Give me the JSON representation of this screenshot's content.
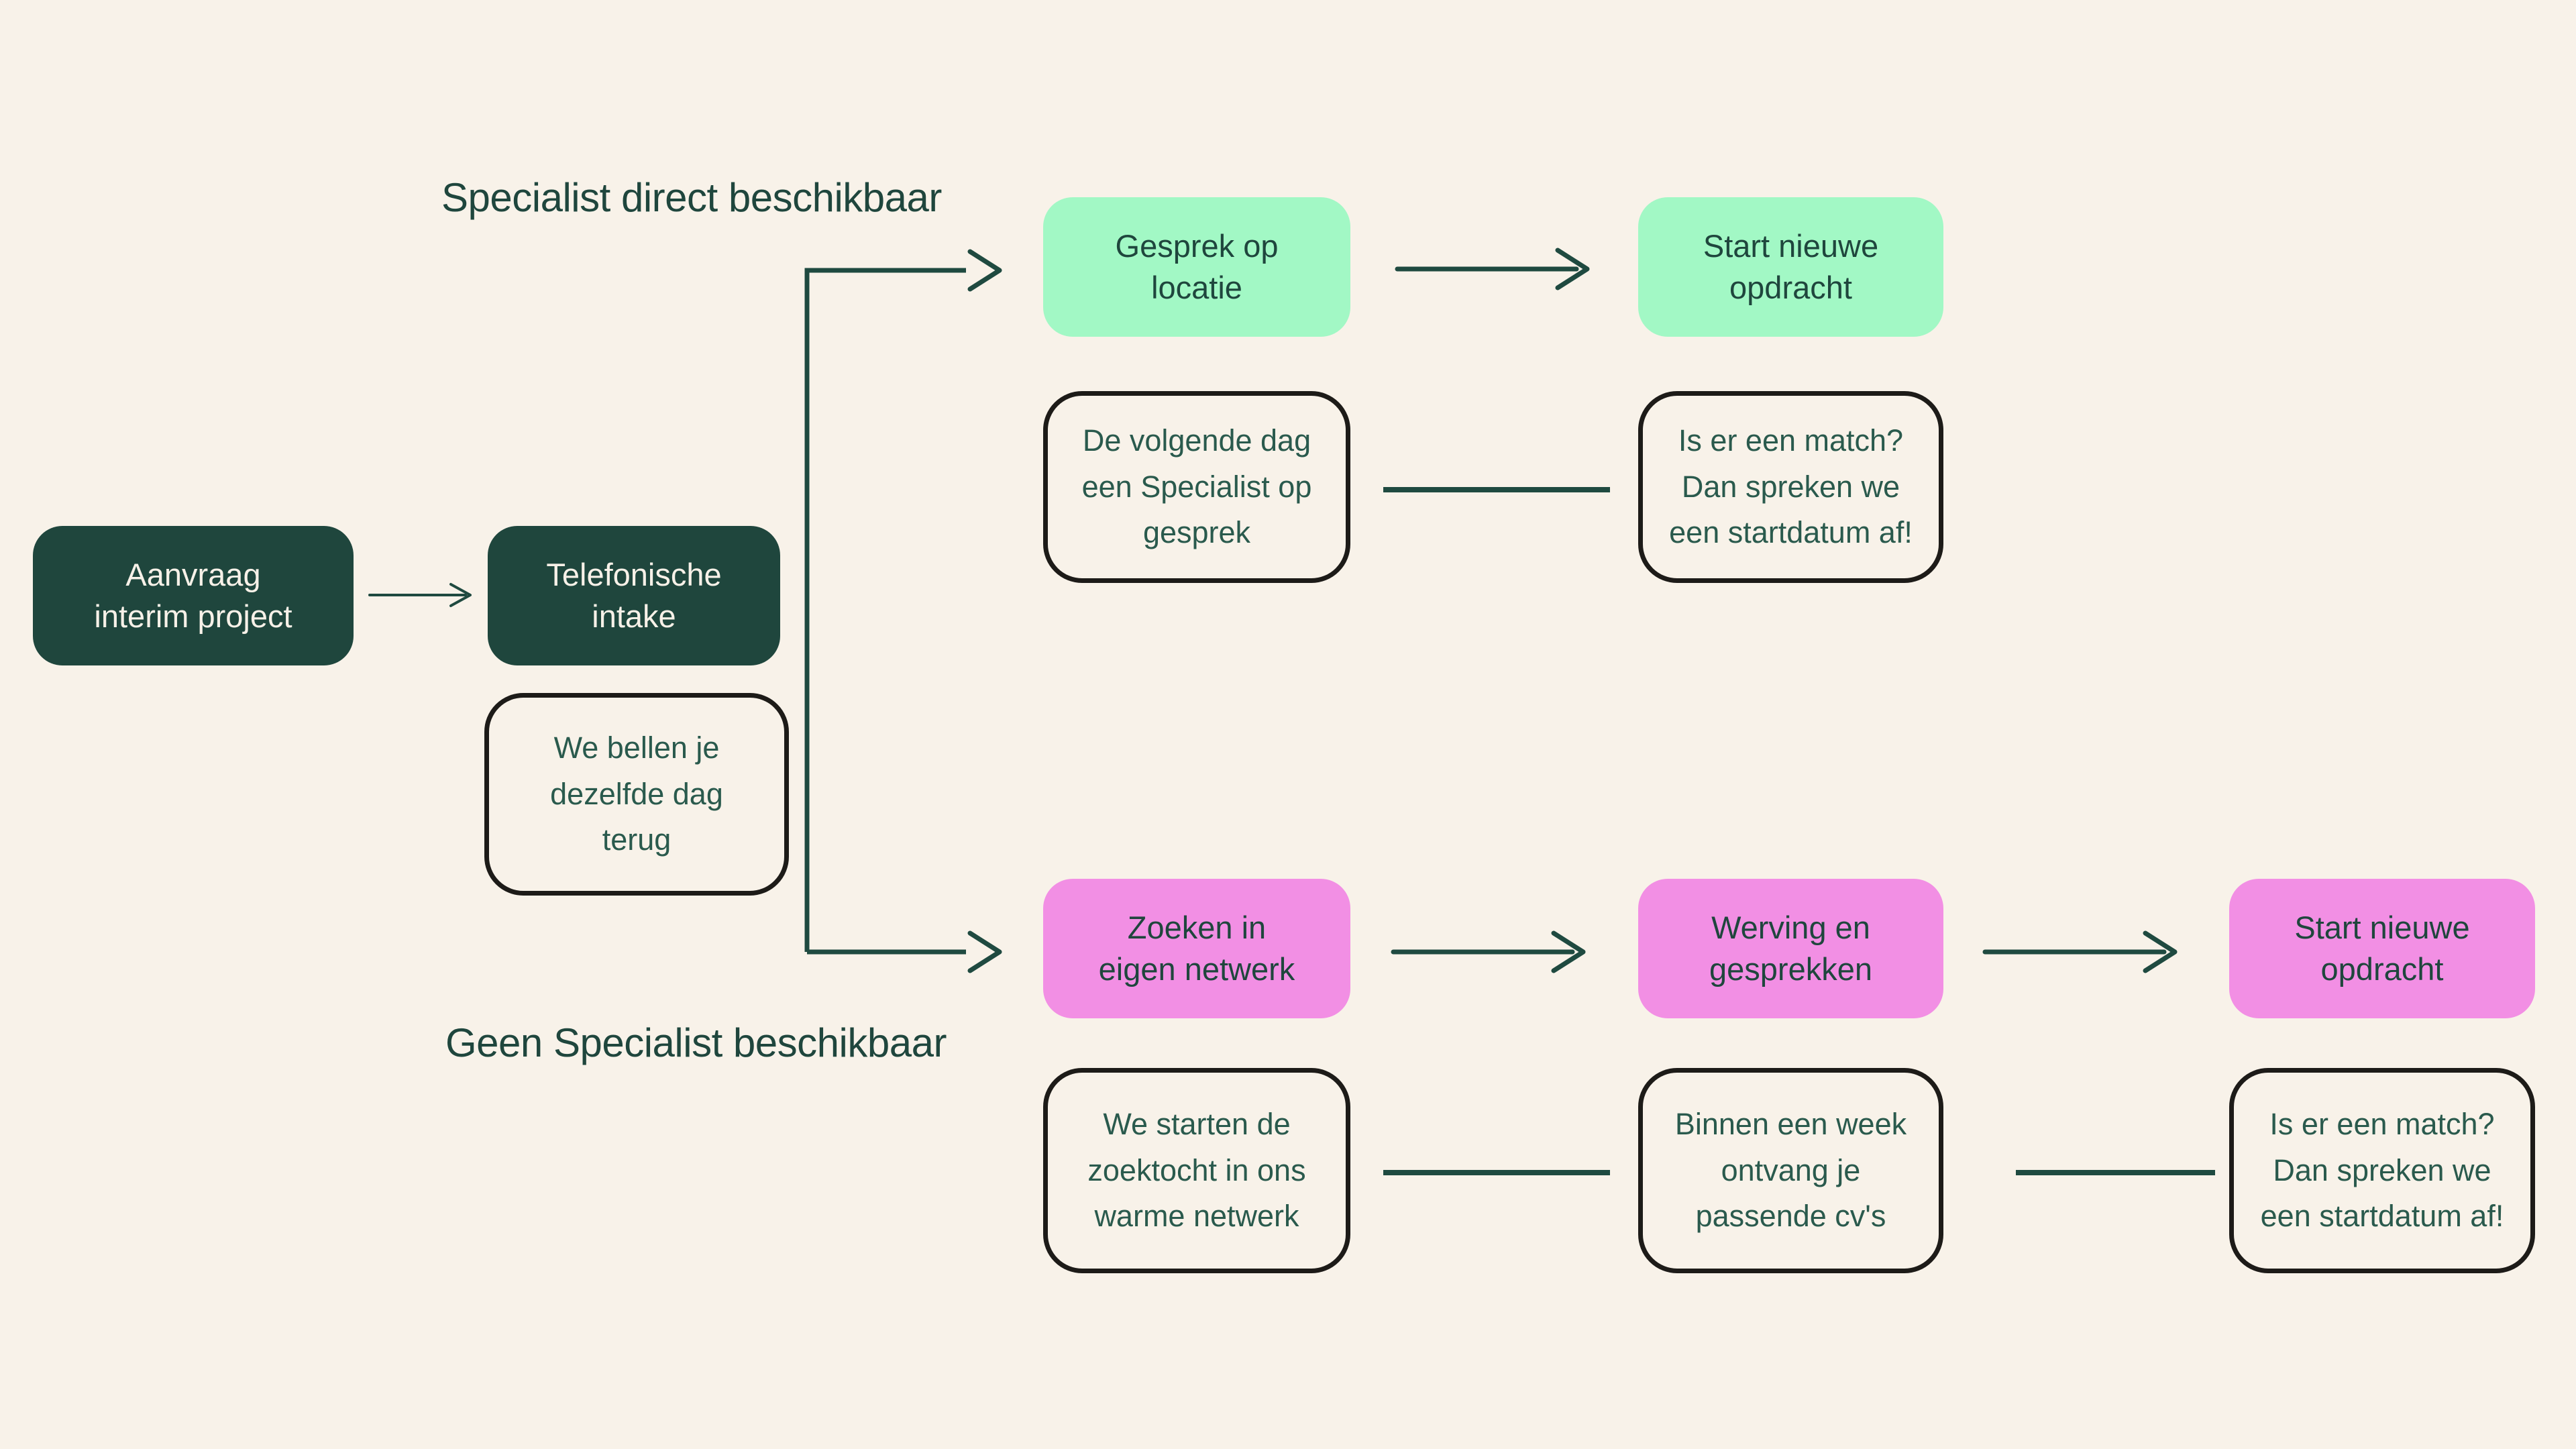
{
  "flow": {
    "start": {
      "lines": [
        "Aanvraag",
        "interim project"
      ]
    },
    "intake": {
      "lines": [
        "Telefonische",
        "intake"
      ],
      "note_lines": [
        "We bellen je",
        "dezelfde dag",
        "terug"
      ]
    },
    "top_branch": {
      "title": "Specialist direct beschikbaar",
      "steps": [
        {
          "lines": [
            "Gesprek op",
            "locatie"
          ],
          "note_lines": [
            "De volgende dag",
            "een Specialist op",
            "gesprek"
          ]
        },
        {
          "lines": [
            "Start nieuwe",
            "opdracht"
          ],
          "note_lines": [
            "Is er een match?",
            "Dan spreken we",
            "een startdatum af!"
          ]
        }
      ]
    },
    "bottom_branch": {
      "title": "Geen Specialist beschikbaar",
      "steps": [
        {
          "lines": [
            "Zoeken in",
            "eigen netwerk"
          ],
          "note_lines": [
            "We starten de",
            "zoektocht in ons",
            "warme netwerk"
          ]
        },
        {
          "lines": [
            "Werving en",
            "gesprekken"
          ],
          "note_lines": [
            "Binnen een week",
            "ontvang je",
            "passende cv's"
          ]
        },
        {
          "lines": [
            "Start nieuwe",
            "opdracht"
          ],
          "note_lines": [
            "Is er een match?",
            "Dan spreken we",
            "een startdatum af!"
          ]
        }
      ]
    }
  },
  "colors": {
    "background": "#F8F2E9",
    "node_dark": "#1F463D",
    "node_mint": "#A2F8C5",
    "node_pink": "#F28FE4",
    "outline": "#1D1B18",
    "text_dark": "#1F463D",
    "text_light": "#F7F1E8",
    "text_note": "#2A5A4D",
    "connector": "#1F4A40"
  }
}
